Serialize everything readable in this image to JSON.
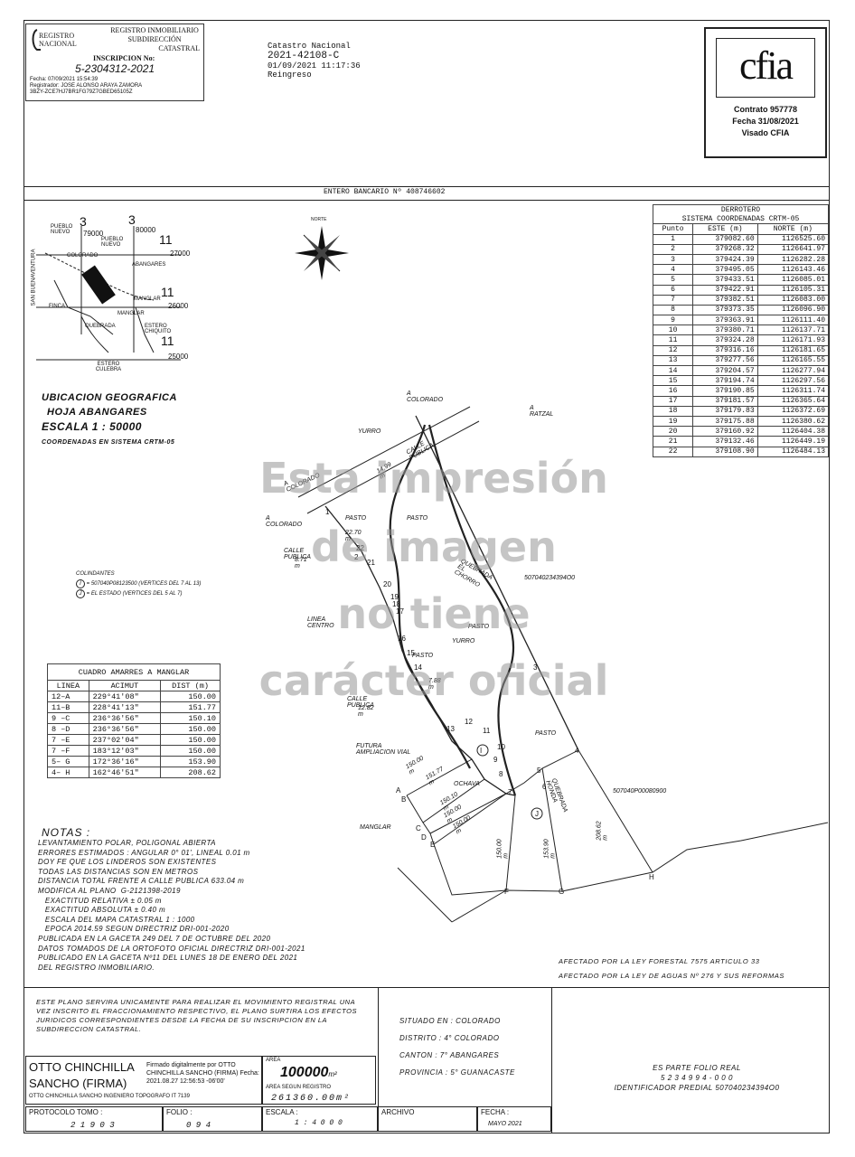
{
  "registry_stamp": {
    "logo_text": "REGISTRO NACIONAL",
    "header_lines": [
      "REGISTRO INMOBILIARIO",
      "SUBDIRECCIÓN",
      "CATASTRAL"
    ],
    "inscription_label": "INSCRIPCION No:",
    "inscription_number": "5-2304312-2021",
    "fecha_line": "Fecha:       07/09/2021 15:54:39",
    "registrador_line": "Registrador: JOSE ALONSO ARAYA ZAMORA",
    "hash_line": "3BZY-ZCE7HJ7BR1FG79Z7GBED65105Z"
  },
  "catastro": {
    "label": "Catastro Nacional",
    "number": "2021-42108-C",
    "datetime": "01/09/2021 11:17:36",
    "status": "Reingreso"
  },
  "cfia": {
    "logo": "cfia",
    "contrato": "Contrato 957778",
    "fecha": "Fecha 31/08/2021",
    "visado": "Visado CFIA"
  },
  "entero_bancario": "ENTERO BANCARIO  Nº  408746602",
  "location_map": {
    "labels": {
      "pueblo_nuevo_1": "PUEBLO NUEVO",
      "n3a": "3",
      "c79000": "79000",
      "n3b": "3",
      "c80000": "80000",
      "pueblo_nuevo_2": "PUEBLO NUEVO",
      "n11a": "11",
      "c27000": "27000",
      "colorado": "COLORADO",
      "abangares": "ABANGARES",
      "san_buenaventura": "SAN BUENAVENTURA",
      "finca": "FINCA",
      "manglar_a": "MANGLAR",
      "n11b": "11",
      "c26000": "26000",
      "manglar_b": "MANGLAR",
      "estero_chiquito": "ESTERO CHIQUITO",
      "quebrada": "QUEBRADA",
      "n11c": "11",
      "c25000": "25000",
      "estero_culebra": "ESTERO CULEBRA"
    },
    "title": "UBICACION GEOGRAFICA",
    "hoja": "HOJA ABANGARES",
    "escala": "ESCALA 1 : 50000",
    "coords": "COORDENADAS EN SISTEMA CRTM-05"
  },
  "north": "NORTE",
  "derrotero": {
    "title": "DERROTERO",
    "subtitle": "SISTEMA COORDENADAS CRTM-05",
    "headers": [
      "Punto",
      "ESTE (m)",
      "NORTE (m)"
    ],
    "rows": [
      [
        "1",
        "379082.60",
        "1126525.60"
      ],
      [
        "2",
        "379268.32",
        "1126641.97"
      ],
      [
        "3",
        "379424.39",
        "1126282.28"
      ],
      [
        "4",
        "379495.05",
        "1126143.46"
      ],
      [
        "5",
        "379433.51",
        "1126085.01"
      ],
      [
        "6",
        "379422.91",
        "1126105.31"
      ],
      [
        "7",
        "379382.51",
        "1126083.00"
      ],
      [
        "8",
        "379373.35",
        "1126096.90"
      ],
      [
        "9",
        "379363.91",
        "1126111.40"
      ],
      [
        "10",
        "379380.71",
        "1126137.71"
      ],
      [
        "11",
        "379324.28",
        "1126171.93"
      ],
      [
        "12",
        "379316.16",
        "1126181.65"
      ],
      [
        "13",
        "379277.56",
        "1126165.55"
      ],
      [
        "14",
        "379204.57",
        "1126277.94"
      ],
      [
        "15",
        "379194.74",
        "1126297.56"
      ],
      [
        "16",
        "379190.85",
        "1126311.74"
      ],
      [
        "17",
        "379181.57",
        "1126365.64"
      ],
      [
        "18",
        "379179.83",
        "1126372.69"
      ],
      [
        "19",
        "379175.88",
        "1126380.62"
      ],
      [
        "20",
        "379160.92",
        "1126404.38"
      ],
      [
        "21",
        "379132.46",
        "1126449.19"
      ],
      [
        "22",
        "379108.90",
        "1126484.13"
      ]
    ]
  },
  "colindantes": {
    "title": "COLINDANTES",
    "items": [
      {
        "key": "I",
        "text": "=  507040P08123500 (VERTICES DEL 7 AL 13)"
      },
      {
        "key": "J",
        "text": "=  EL ESTADO (VERTICES DEL 5 AL 7)"
      }
    ]
  },
  "amarres": {
    "title": "CUADRO AMARRES A MANGLAR",
    "headers": [
      "LINEA",
      "ACIMUT",
      "DIST (m)"
    ],
    "rows": [
      [
        "12–A",
        "229°41'08\"",
        "150.00"
      ],
      [
        "11–B",
        "228°41'13\"",
        "151.77"
      ],
      [
        "9  –C",
        "236°36'56\"",
        "150.10"
      ],
      [
        "8  –D",
        "236°36'56\"",
        "150.00"
      ],
      [
        "7  –E",
        "237°02'04\"",
        "150.00"
      ],
      [
        "7  –F",
        "183°12'03\"",
        "150.00"
      ],
      [
        "5–  G",
        "172°36'16\"",
        "153.90"
      ],
      [
        "4–  H",
        "162°46'51\"",
        "208.62"
      ]
    ]
  },
  "plan_labels": {
    "a_colorado_1": "A COLORADO",
    "a_ratzal": "A RATZAL",
    "yurro_1": "YURRO",
    "calle_publica_1": "CALLE PUBLICA",
    "w_1499": "14.99 m",
    "a_colorado_2": "A COLORADO",
    "a_colorado_3": "A COLORADO",
    "pasto_1": "PASTO",
    "pasto_2": "PASTO",
    "dist_2270": "22.70 m",
    "calle_publica_2": "CALLE PUBLICA",
    "dist_871": "8.71 m",
    "quebrada": "QUEBRADA EL CHORRO",
    "finca_no": "507040234394O0",
    "linea_centro": "LINEA CENTRO",
    "pasto_3": "PASTO",
    "yurro_2": "YURRO",
    "pasto_4": "PASTO",
    "dist_788": "7.88 m",
    "calle_publica_3": "CALLE PUBLICA",
    "dist_1282": "12.82 m",
    "pasto_5": "PASTO",
    "futura": "FUTURA AMPLIACION VIAL",
    "finca_no_2": "507040P00080900",
    "quebrada_2": "QUEBRADA HONDA",
    "ochava": "OCHAVA",
    "d150a": "150.00 m",
    "d151b": "151.77 m",
    "d150c": "150.10 m",
    "d150d": "150.00 m",
    "d150e": "150.00 m",
    "d150f": "150.00 m",
    "d1539": "153.90 m",
    "d2086": "208.62 m",
    "manglar": "MANGLAR"
  },
  "points": [
    "1",
    "2",
    "3",
    "4",
    "5",
    "6",
    "7",
    "8",
    "9",
    "10",
    "11",
    "12",
    "13",
    "14",
    "15",
    "16",
    "17",
    "18",
    "19",
    "20",
    "21",
    "22",
    "A",
    "B",
    "C",
    "D",
    "E",
    "F",
    "G",
    "H",
    "I",
    "J"
  ],
  "notas": {
    "title": "NOTAS :",
    "lines": [
      "LEVANTAMIENTO POLAR, POLIGONAL ABIERTA",
      "ERRORES ESTIMADOS : ANGULAR 0° 01', LINEAL 0.01 m",
      "DOY FE QUE LOS LINDEROS SON EXISTENTES",
      "TODAS LAS DISTANCIAS SON EN METROS",
      "DISTANCIA TOTAL FRENTE A CALLE PUBLICA 633.04 m",
      "MODIFICA AL PLANO  G-2121398-2019",
      "   EXACTITUD RELATIVA ± 0.05 m",
      "   EXACTITUD ABSOLUTA ± 0.40 m",
      "   ESCALA DEL MAPA CATASTRAL 1 : 1000",
      "   EPOCA 2014.59 SEGUN DIRECTRIZ DRI-001-2020",
      "PUBLICADA EN LA GACETA 249 DEL 7 DE OCTUBRE DEL 2020",
      "DATOS TOMADOS DE LA ORTOFOTO OFICIAL DIRECTRIZ DRI-001-2021",
      "PUBLICADO EN LA GACETA Nº11 DEL LUNES 18 DE ENERO DEL 2021",
      "DEL REGISTRO INMOBILIARIO."
    ]
  },
  "afectaciones": [
    "AFECTADO POR LA LEY FORESTAL 7575 ARTICULO 33",
    "AFECTADO POR LA LEY DE AGUAS Nº 276  Y SUS REFORMAS"
  ],
  "footer": {
    "aviso": "ESTE PLANO SERVIRA UNICAMENTE PARA REALIZAR EL MOVIMIENTO REGISTRAL UNA VEZ INSCRITO EL FRACCIONAMIENTO RESPECTIVO, EL PLANO SURTIRA LOS EFECTOS JURIDICOS CORRESPONDIENTES DESDE LA FECHA DE SU INSCRIPCION EN LA SUBDIRECCION CATASTRAL.",
    "firma_name": "OTTO CHINCHILLA SANCHO (FIRMA)",
    "firma_digital": "Firmado digitalmente por OTTO CHINCHILLA SANCHO (FIRMA) Fecha: 2021.08.27 12:56:53 -06'00'",
    "ingeniero": "OTTO CHINCHILLA SANCHO INGENIERO TOPOGRAFO IT 7139",
    "area_label": "AREA",
    "area_value": "100000",
    "area_unit": "m²",
    "area_registro_label": "AREA SEGUN REGISTRO",
    "area_registro_value": "261360.00m²",
    "situado": "SITUADO EN :  COLORADO",
    "distrito": "DISTRITO :       4° COLORADO",
    "canton": "CANTON :     7° ABANGARES",
    "provincia": "PROVINCIA :   5° GUANACASTE",
    "folio_real_label": "ES PARTE FOLIO REAL",
    "folio_real": "5 2 3 4 9 9 4 - 0 0 0",
    "identificador": "IDENTIFICADOR PREDIAL  507040234394O0",
    "protocolo_label": "PROTOCOLO  TOMO :",
    "protocolo_value": "2 1 9 0 3",
    "folio_label": "FOLIO :",
    "folio_value": "0 9 4",
    "escala_label": "ESCALA :",
    "escala_value": "1 : 4 0 0 0",
    "archivo_label": "ARCHIVO",
    "fecha_label": "FECHA :",
    "fecha_value": "MAYO 2021"
  },
  "watermark": [
    "Esta impresión",
    "de imagen",
    "no tiene",
    "carácter oficial"
  ]
}
